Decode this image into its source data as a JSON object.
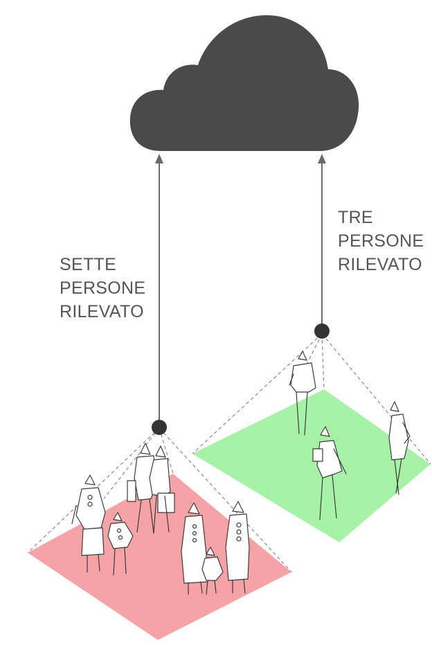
{
  "diagram": {
    "left_sensor": {
      "label_lines": [
        "SETTE",
        "PERSONE",
        "RILEVATO"
      ],
      "zone_color": "#f5a3a6"
    },
    "right_sensor": {
      "label_lines": [
        "TRE",
        "PERSONE",
        "RILEVATO"
      ],
      "zone_color": "#a6f2a6"
    },
    "cloud_color": "#4a4a4a",
    "line_color": "#6a6a6a",
    "sensor_color": "#333333",
    "icons": [
      "cloud-icon",
      "sensor-icon",
      "person-icon"
    ]
  }
}
